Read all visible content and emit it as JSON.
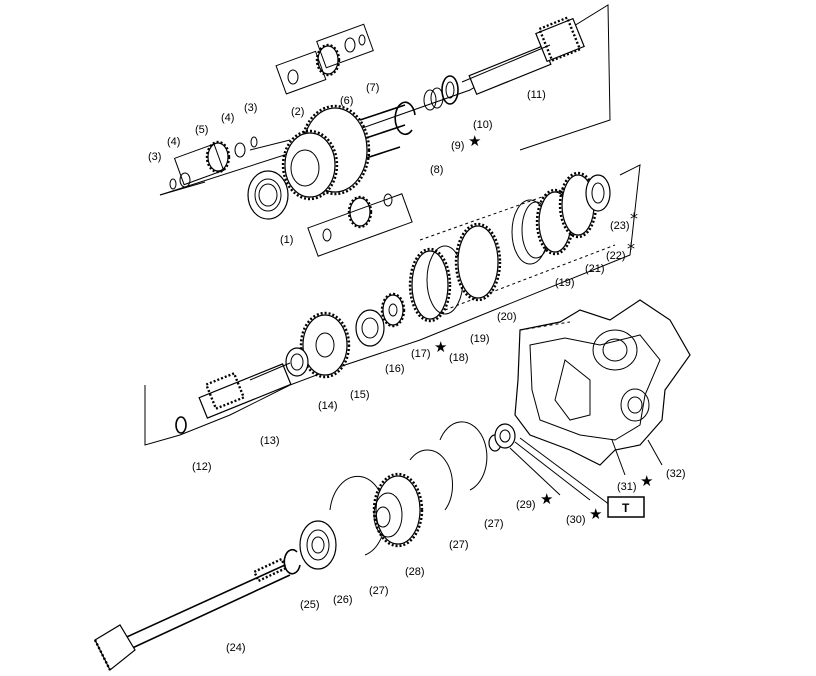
{
  "diagram": {
    "parts": [
      {
        "id": "p1",
        "label": "(1)"
      },
      {
        "id": "p2",
        "label": "(2)"
      },
      {
        "id": "p3a",
        "label": "(3)"
      },
      {
        "id": "p3b",
        "label": "(3)"
      },
      {
        "id": "p4a",
        "label": "(4)"
      },
      {
        "id": "p4b",
        "label": "(4)"
      },
      {
        "id": "p5",
        "label": "(5)"
      },
      {
        "id": "p6",
        "label": "(6)"
      },
      {
        "id": "p7",
        "label": "(7)"
      },
      {
        "id": "p8",
        "label": "(8)"
      },
      {
        "id": "p9",
        "label": "(9)"
      },
      {
        "id": "p10",
        "label": "(10)"
      },
      {
        "id": "p11",
        "label": "(11)"
      },
      {
        "id": "p12",
        "label": "(12)"
      },
      {
        "id": "p13",
        "label": "(13)"
      },
      {
        "id": "p14",
        "label": "(14)"
      },
      {
        "id": "p15",
        "label": "(15)"
      },
      {
        "id": "p16",
        "label": "(16)"
      },
      {
        "id": "p17",
        "label": "(17)"
      },
      {
        "id": "p18",
        "label": "(18)"
      },
      {
        "id": "p19a",
        "label": "(19)"
      },
      {
        "id": "p19b",
        "label": "(19)"
      },
      {
        "id": "p20",
        "label": "(20)"
      },
      {
        "id": "p21",
        "label": "(21)"
      },
      {
        "id": "p22",
        "label": "(22)"
      },
      {
        "id": "p23",
        "label": "(23)"
      },
      {
        "id": "p24",
        "label": "(24)"
      },
      {
        "id": "p25",
        "label": "(25)"
      },
      {
        "id": "p26",
        "label": "(26)"
      },
      {
        "id": "p27a",
        "label": "(27)"
      },
      {
        "id": "p27b",
        "label": "(27)"
      },
      {
        "id": "p27c",
        "label": "(27)"
      },
      {
        "id": "p28",
        "label": "(28)"
      },
      {
        "id": "p29",
        "label": "(29)"
      },
      {
        "id": "p30",
        "label": "(30)"
      },
      {
        "id": "p31",
        "label": "(31)"
      },
      {
        "id": "p32",
        "label": "(32)"
      }
    ],
    "torque_box_label": "T",
    "star_symbol": "★",
    "asterisk_symbol": "*"
  }
}
